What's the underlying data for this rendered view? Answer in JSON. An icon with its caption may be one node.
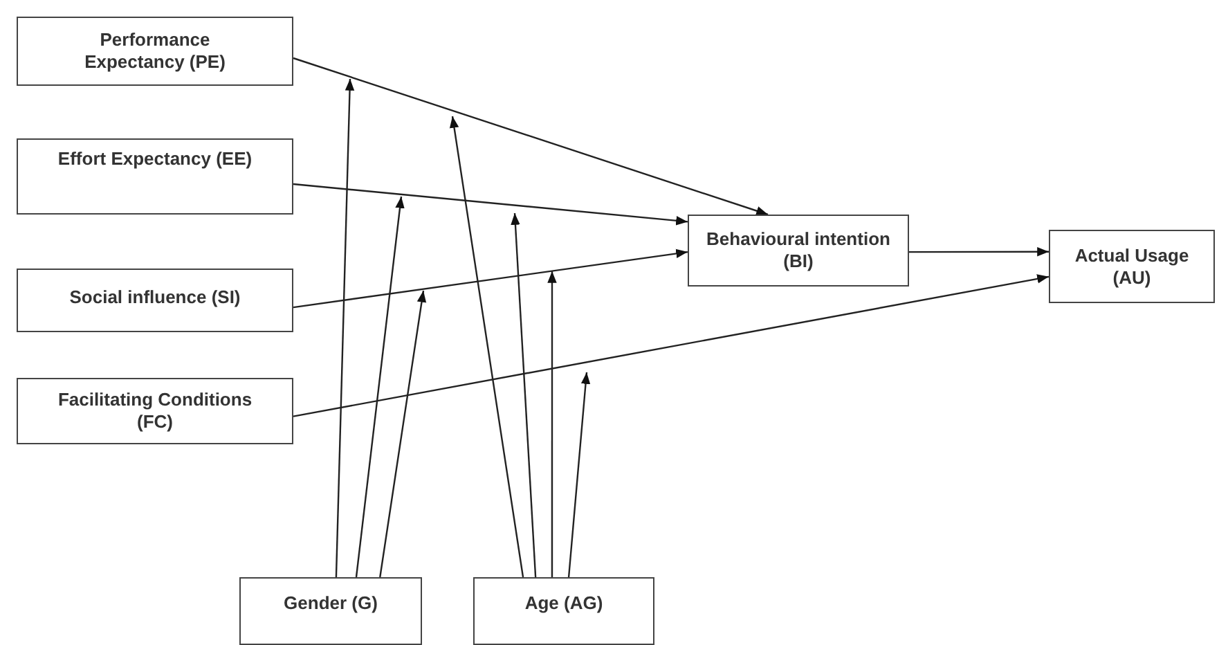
{
  "diagram": {
    "nodes": [
      {
        "text": [
          "Performance Expectancy (PE)"
        ]
      },
      {
        "text": [
          "Effort Expectancy (EE)"
        ]
      },
      {
        "text": [
          "Social influence (SI)"
        ]
      },
      {
        "text": [
          "Facilitating Conditions (FC)"
        ]
      },
      {
        "text": [
          "Behavioural intention (BI)"
        ]
      },
      {
        "text": [
          "Actual Usage (AU)"
        ]
      },
      {
        "text": [
          "Gender (G)"
        ]
      },
      {
        "text": [
          "Age (AG)"
        ]
      }
    ],
    "edges": [
      {
        "from": 0,
        "to": 4,
        "arrow": "to"
      },
      {
        "from": 1,
        "to": 4,
        "arrow": "to"
      },
      {
        "from": 2,
        "to": 4,
        "arrow": "to"
      },
      {
        "from": 3,
        "to": 5,
        "arrow": "to"
      },
      {
        "from": 4,
        "to": 5,
        "arrow": "to"
      },
      {
        "from": 6,
        "to": null,
        "arrow": "to"
      },
      {
        "from": 6,
        "to": null,
        "arrow": "to"
      },
      {
        "from": 6,
        "to": null,
        "arrow": "to"
      },
      {
        "from": 7,
        "to": null,
        "arrow": "to"
      },
      {
        "from": 7,
        "to": null,
        "arrow": "to"
      },
      {
        "from": 7,
        "to": null,
        "arrow": "to"
      },
      {
        "from": 7,
        "to": null,
        "arrow": "to"
      }
    ]
  }
}
